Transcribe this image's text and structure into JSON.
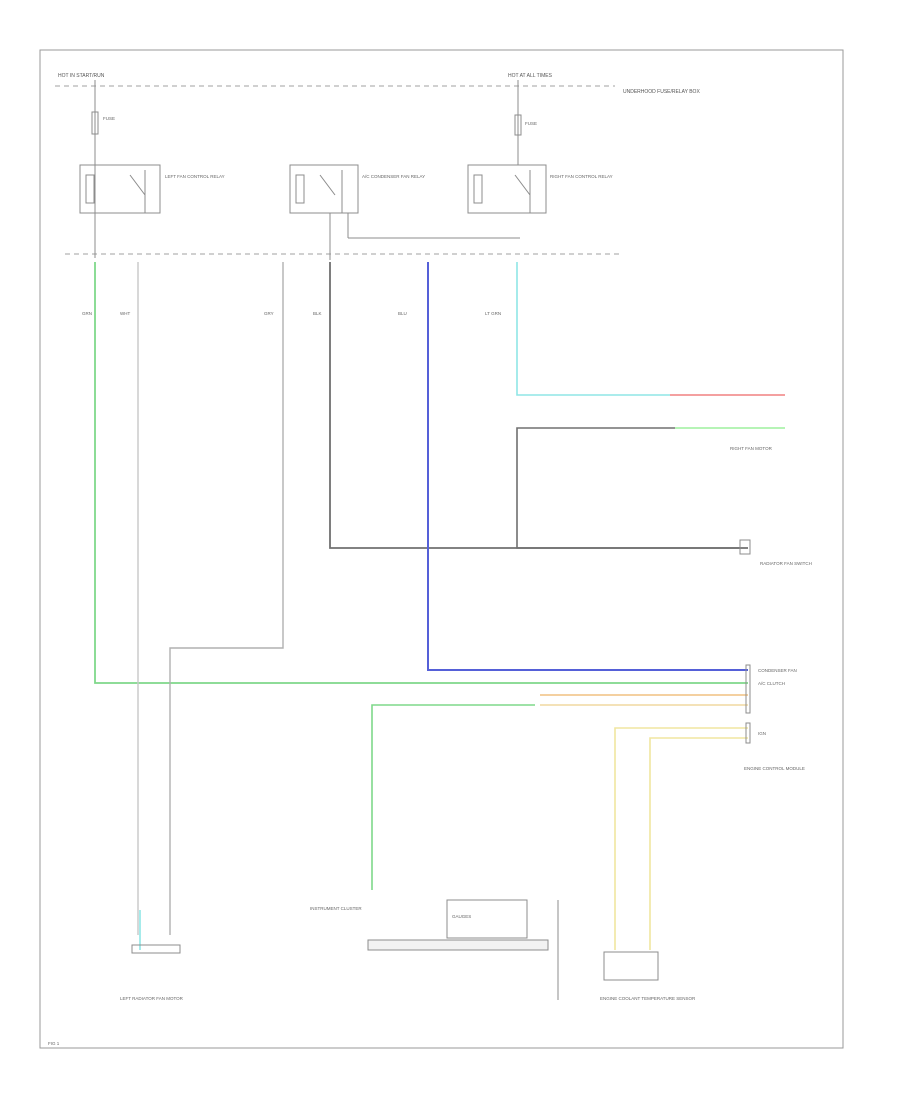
{
  "colors": {
    "background": "#ffffff",
    "wire_green": "#7fd88a",
    "wire_gray": "#c8c8c8",
    "wire_black": "#707070",
    "wire_blue": "#5560d8",
    "wire_cyan": "#8fe6e6",
    "wire_red": "#f08080",
    "wire_orange": "#f0c080",
    "wire_yellow": "#f0e6a0",
    "wire_lightgreen": "#9ef09e"
  },
  "labels": {
    "hot_in_run": "HOT IN START/RUN",
    "hot_at_all_times": "HOT AT ALL TIMES",
    "underhood_fuse": "UNDERHOOD FUSE/RELAY BOX",
    "fuse_left": "FUSE",
    "fuse_right": "FUSE",
    "relay_left": "LEFT FAN CONTROL RELAY",
    "relay_center": "A/C CONDENSER FAN RELAY",
    "relay_right": "RIGHT FAN CONTROL RELAY",
    "wire_grn_left": "GRN",
    "wire_wht": "WHT",
    "wire_gry": "GRY",
    "wire_blk": "BLK",
    "wire_blu": "BLU",
    "wire_ltgrn": "LT GRN",
    "right_fan_motor": "RIGHT FAN MOTOR",
    "radiator_fan_switch": "RADIATOR FAN SWITCH",
    "ecm_block": "ENGINE CONTROL MODULE",
    "ecm_pins_a": "CONDENSER FAN",
    "ecm_pins_b": "A/C CLUTCH",
    "ecm_pins_c": "IGN",
    "sensor_label": "ENGINE COOLANT TEMPERATURE SENSOR",
    "instrument_cluster": "INSTRUMENT CLUSTER",
    "cluster_box": "GAUGES",
    "left_fan_motor": "LEFT RADIATOR FAN MOTOR",
    "footnote": "FIG 1"
  }
}
